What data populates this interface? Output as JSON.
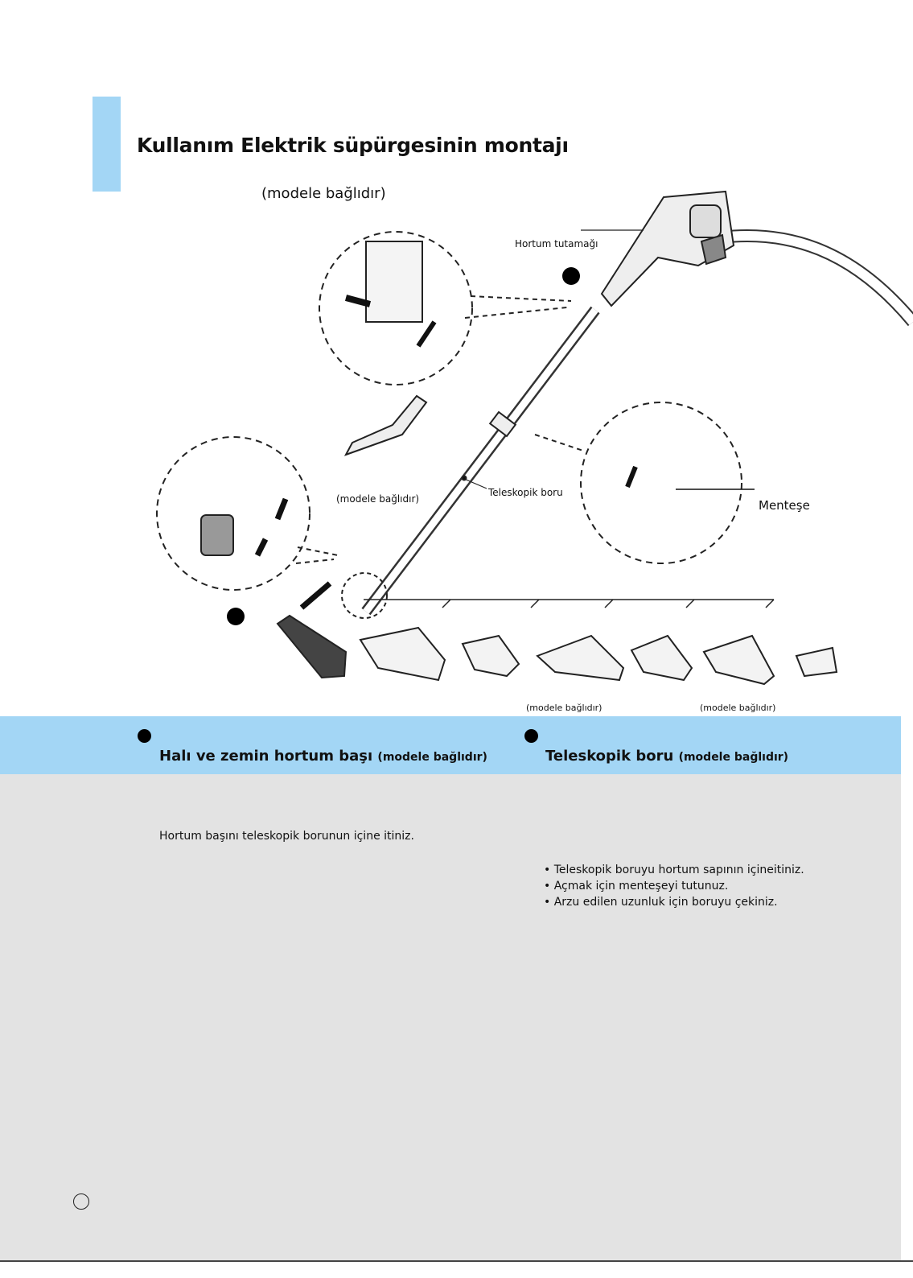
{
  "header": {
    "title": "Kullanım Elektrik süpürgesinin montajı",
    "model_note": "(modele bağlıdır)"
  },
  "diagram": {
    "hose_handle_label": "Hortum tutamağı",
    "telescopic_pipe_label": "Teleskopik boru",
    "hinge_label": "Menteşe",
    "nozzle_note": "(modele bağlıdır)",
    "bottom_note_1": "(modele bağlıdır)",
    "bottom_note_2": "(modele bağlıdır)"
  },
  "sections": {
    "left": {
      "title": "Halı ve zemin hortum başı",
      "title_note": "(modele bağlıdır)",
      "text": "Hortum başını teleskopik borunun içine itiniz."
    },
    "right": {
      "title": "Teleskopik boru",
      "title_note": "(modele bağlıdır)",
      "bullets": [
        "• Teleskopik boruyu hortum sapının içineitiniz.",
        "• Açmak için menteşeyi tutunuz.",
        "• Arzu edilen uzunluk için boruyu çekiniz."
      ]
    }
  },
  "colors": {
    "accent_blue": "#a3d6f5",
    "panel_gray": "#e3e3e3"
  }
}
